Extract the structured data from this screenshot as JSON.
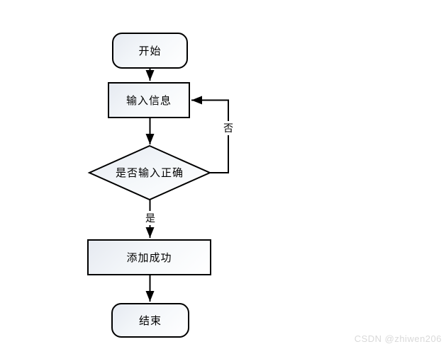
{
  "diagram": {
    "nodes": {
      "start": {
        "label": "开始",
        "shape": "terminator"
      },
      "input": {
        "label": "输入信息",
        "shape": "process"
      },
      "decision": {
        "label": "是否输入正确",
        "shape": "decision"
      },
      "success": {
        "label": "添加成功",
        "shape": "process"
      },
      "end": {
        "label": "结束",
        "shape": "terminator"
      }
    },
    "edge_labels": {
      "no": "否",
      "yes": "是"
    },
    "colors": {
      "stroke": "#000000",
      "node_fill_top": "#e6eaf1",
      "node_fill_bottom": "#ffffff",
      "text": "#000000"
    }
  },
  "watermark": {
    "text": "CSDN @zhiwen206",
    "color": "#d9d9d9"
  }
}
